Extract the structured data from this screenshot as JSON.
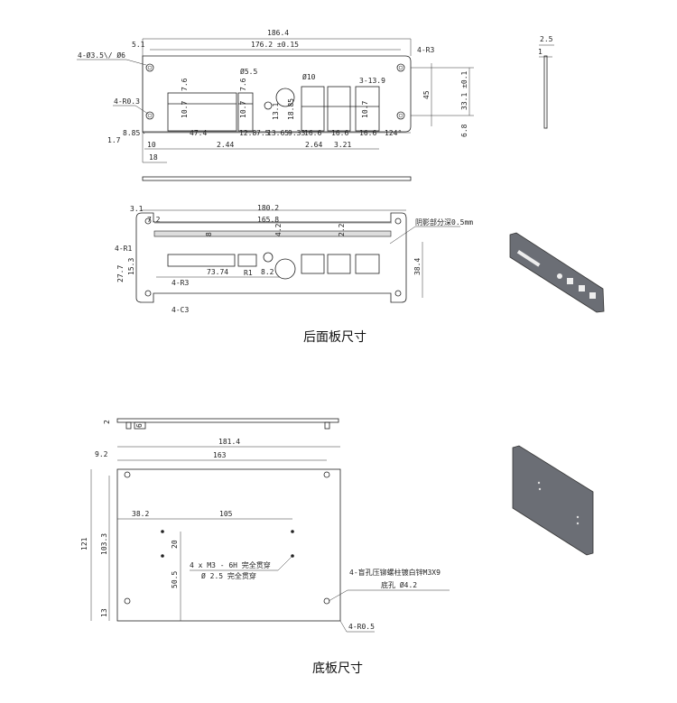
{
  "rear_panel": {
    "caption": "后面板尺寸",
    "front_view": {
      "overall_width": "186.4",
      "hole_pitch": "176.2 ±0.15",
      "edge_offset": "5.1",
      "countersink": "4-Ø3.5\\/ Ø6",
      "corner_radius": "4-R3",
      "inner_radius": "4-R0.3",
      "hole_dia_small": "Ø5.5",
      "hole_dia_large": "Ø10",
      "port_spec": "3-13.9",
      "dims": [
        "7.6",
        "10.7",
        "7.6",
        "10.7",
        "47.4",
        "12.8",
        "7.5",
        "13.65",
        "9.33",
        "16.6",
        "16.6",
        "16.6",
        "2.44",
        "2.64",
        "3.21",
        "13.1",
        "18.85",
        "10.7",
        "10",
        "18",
        "1.7",
        "8.85",
        "45",
        "33.1 ±0.1",
        "6.8",
        "124°"
      ],
      "side_dims": [
        "2.5",
        "1"
      ]
    },
    "top_view": {
      "overall_width": "180.2",
      "inner_width": "165.8",
      "dims": [
        "3.1",
        "7.2",
        "8",
        "4.2",
        "2.2",
        "73.74",
        "R1",
        "8.2",
        "27.7",
        "15.3",
        "38.4"
      ],
      "notes": [
        "4-R1",
        "4-R3",
        "4-C3",
        "阴影部分深0.5mm"
      ]
    }
  },
  "bottom_plate": {
    "caption": "底板尺寸",
    "dims": [
      "2",
      "6",
      "181.4",
      "9.2",
      "163",
      "38.2",
      "105",
      "20",
      "50.5",
      "121",
      "103.3",
      "13"
    ],
    "note_thread_1": "4 x  M3 - 6H 完全贯穿",
    "note_thread_2": "Ø 2.5 完全贯穿",
    "note_rivet_1": "4-盲孔压铆螺柱镀白锌M3X9",
    "note_rivet_2": "底孔 Ø4.2",
    "corner_radius": "4-R0.5"
  }
}
